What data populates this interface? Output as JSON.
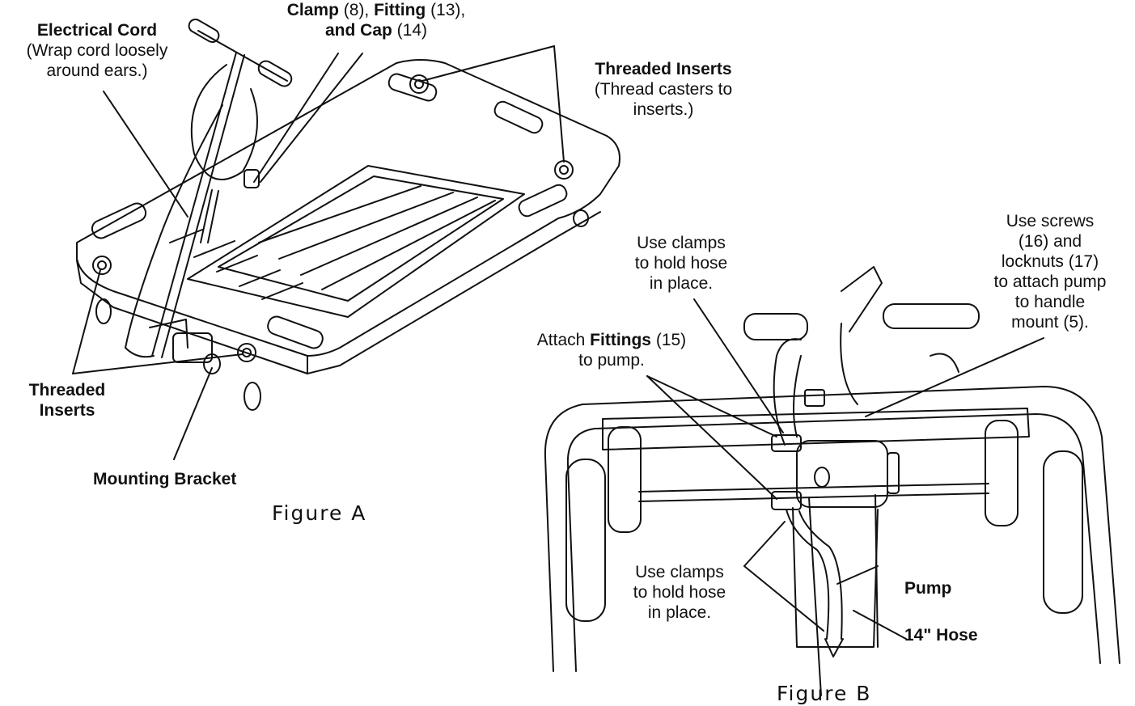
{
  "figure_a": {
    "caption": "Figure A",
    "electrical_cord": {
      "title": "Electrical Cord",
      "line1": "(Wrap cord loosely",
      "line2": "around ears.)"
    },
    "clamp": {
      "clamp_word": "Clamp",
      "clamp_num": " (8), ",
      "fitting_word": "Fitting",
      "fitting_num": " (13),",
      "cap_word": "and Cap",
      "cap_num": " (14)"
    },
    "threaded_inserts_top": {
      "title": "Threaded Inserts",
      "line1": "(Thread casters to",
      "line2": "inserts.)"
    },
    "threaded_inserts_bottom": {
      "line1": "Threaded",
      "line2": "Inserts"
    },
    "mounting_bracket": "Mounting Bracket"
  },
  "figure_b": {
    "caption": "Figure B",
    "clamps_top": {
      "line1": "Use clamps",
      "line2": "to hold hose",
      "line3": "in place."
    },
    "screws": {
      "line1": "Use screws",
      "line2": "(16) and",
      "line3": "locknuts (17)",
      "line4": "to attach pump",
      "line5": "to handle",
      "line6": "mount (5)."
    },
    "fittings": {
      "prefix": "Attach ",
      "word": "Fittings",
      "num": " (15)",
      "line2": "to pump."
    },
    "clamps_bottom": {
      "line1": "Use clamps",
      "line2": "to hold hose",
      "line3": "in place."
    },
    "pump": "Pump",
    "hose": "14\" Hose"
  }
}
